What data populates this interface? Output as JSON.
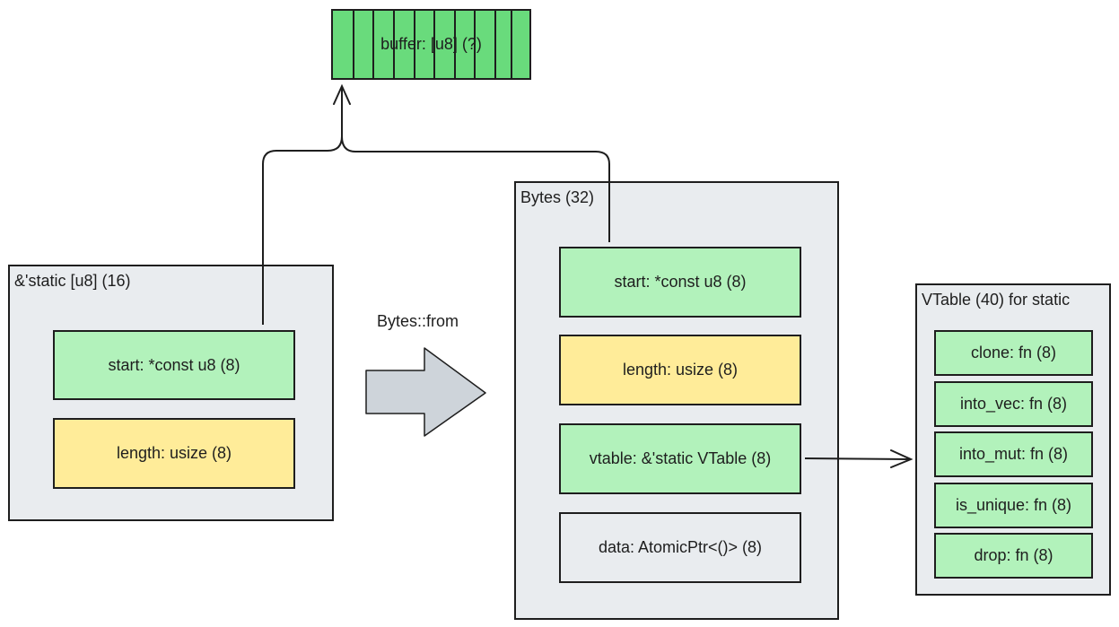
{
  "buffer": {
    "label": "buffer: [u8] (?)"
  },
  "static_slice": {
    "title": "&'static [u8] (16)",
    "fields": [
      "start: *const u8 (8)",
      "length: usize (8)"
    ]
  },
  "conversion": {
    "label": "Bytes::from"
  },
  "bytes": {
    "title": "Bytes (32)",
    "fields": [
      "start: *const u8 (8)",
      "length: usize (8)",
      "vtable: &'static VTable (8)",
      "data: AtomicPtr<()> (8)"
    ]
  },
  "vtable": {
    "title": "VTable (40) for static",
    "fields": [
      "clone: fn (8)",
      "into_vec: fn (8)",
      "into_mut: fn (8)",
      "is_unique: fn (8)",
      "drop: fn (8)"
    ]
  },
  "colors": {
    "pointer_field": "#b2f2bb",
    "length_field": "#ffec99",
    "panel": "#e9ecef",
    "buffer": "#69db7c",
    "stroke": "#1e1e1e"
  }
}
